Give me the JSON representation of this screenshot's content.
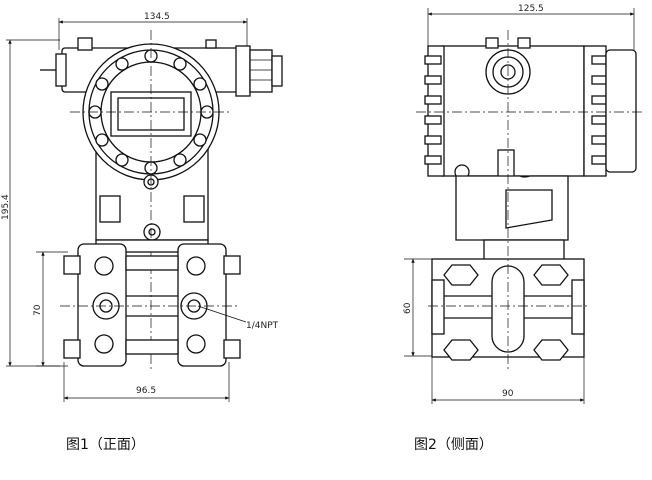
{
  "front": {
    "dims": {
      "width_top": "134.5",
      "height_total": "195.4",
      "height_flange": "70",
      "width_bottom": "96.5",
      "port": "1/4NPT"
    },
    "caption": "图1（正面）"
  },
  "side": {
    "dims": {
      "width_top": "125.5",
      "height_flange": "60",
      "width_bottom": "90"
    },
    "caption": "图2（侧面）"
  }
}
